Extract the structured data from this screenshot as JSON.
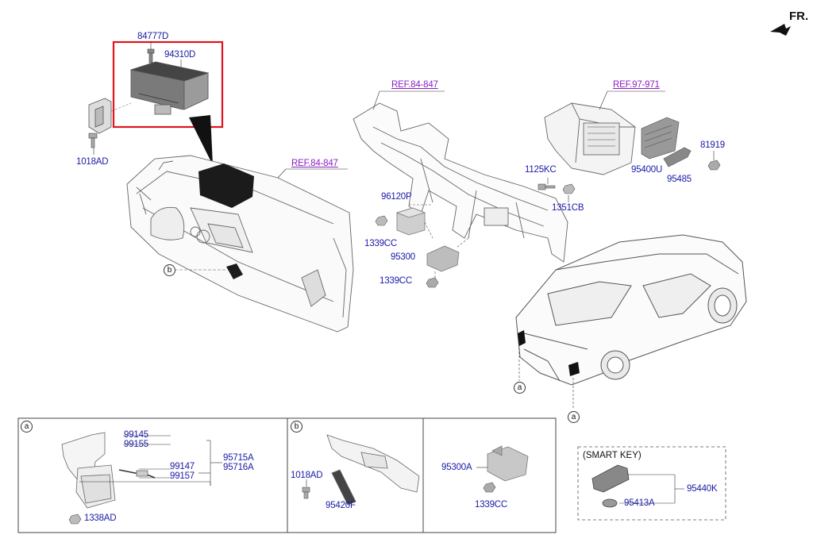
{
  "orientation_label": "FR.",
  "highlight_color": "#e0141e",
  "label_color": "#1a1aa6",
  "ref_color": "#8a1fc4",
  "main": {
    "refs": [
      "REF.84-847",
      "REF.84-847",
      "REF.97-971"
    ],
    "parts": {
      "p84777D": "84777D",
      "p94310D": "94310D",
      "p1018AD_top": "1018AD",
      "p96120P": "96120P",
      "p1339CC_a": "1339CC",
      "p95300": "95300",
      "p1339CC_b": "1339CC",
      "p1125KC": "1125KC",
      "p1351CB": "1351CB",
      "p95400U": "95400U",
      "p95485": "95485",
      "p81919": "81919"
    },
    "callouts": {
      "b": "b",
      "a1": "a",
      "a2": "a"
    }
  },
  "panel_a": {
    "marker": "a",
    "parts": [
      "99145",
      "99155",
      "99147",
      "99157",
      "95715A",
      "95716A",
      "1338AD"
    ]
  },
  "panel_b": {
    "marker": "b",
    "parts": [
      "1018AD",
      "95420F"
    ]
  },
  "panel_c": {
    "parts": [
      "95300A",
      "1339CC"
    ]
  },
  "smart_key": {
    "title": "(SMART KEY)",
    "parts": [
      "95440K",
      "95413A"
    ]
  }
}
